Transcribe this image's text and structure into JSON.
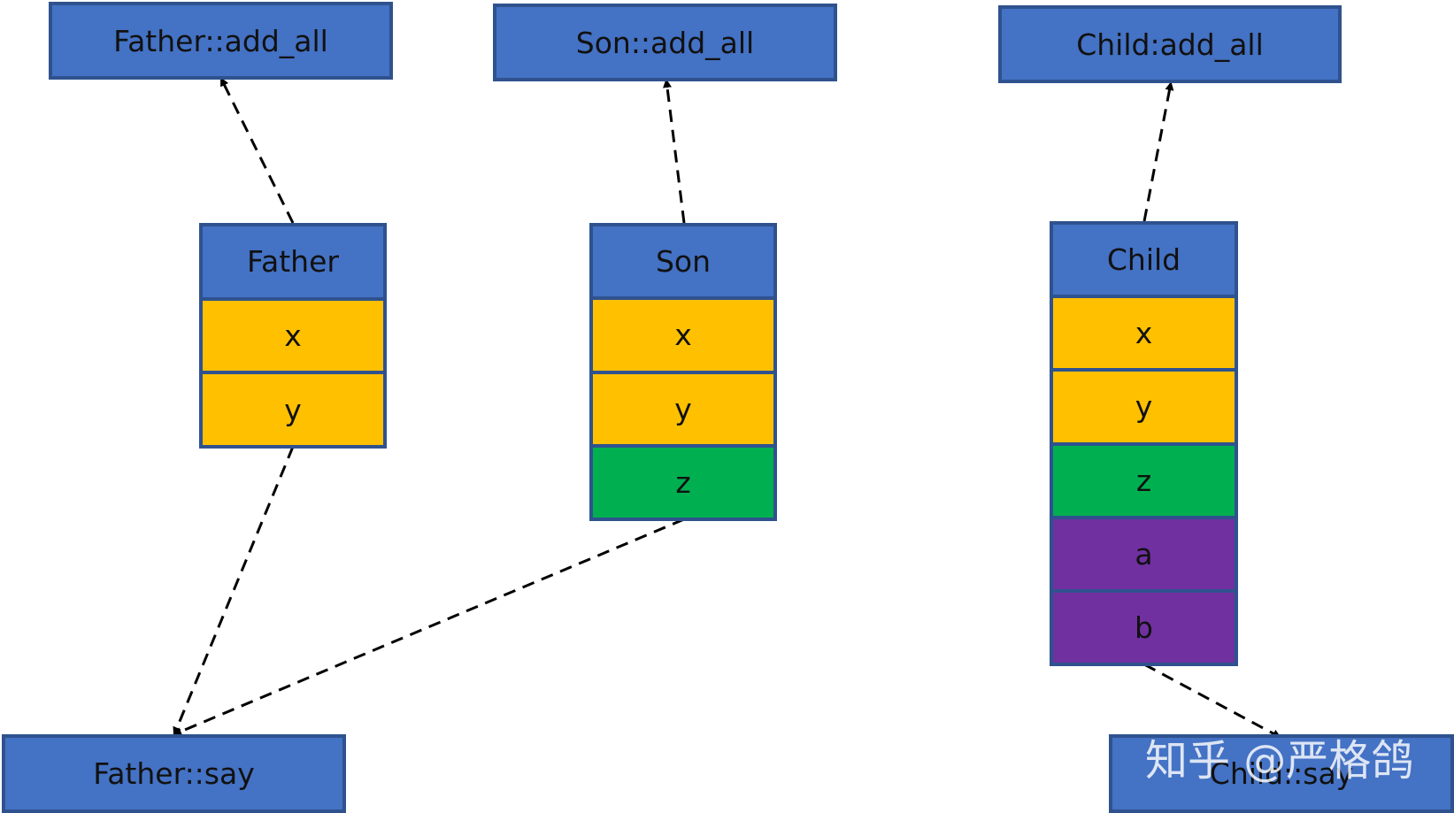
{
  "methods": {
    "father_add_all": "Father::add_all",
    "son_add_all": "Son::add_all",
    "child_add_all": "Child:add_all",
    "father_say": "Father::say",
    "child_say": "Child::say"
  },
  "classes": {
    "father": {
      "title": "Father",
      "fields": [
        "x",
        "y"
      ]
    },
    "son": {
      "title": "Son",
      "fields": [
        "x",
        "y",
        "z"
      ]
    },
    "child": {
      "title": "Child",
      "fields": [
        "x",
        "y",
        "z",
        "a",
        "b"
      ]
    }
  },
  "colors": {
    "header": "#4472C4",
    "border": "#2F528F",
    "field_inherited": "#FFC000",
    "field_son": "#00B050",
    "field_child": "#7030A0"
  },
  "watermark": "知乎 @严格鸽"
}
